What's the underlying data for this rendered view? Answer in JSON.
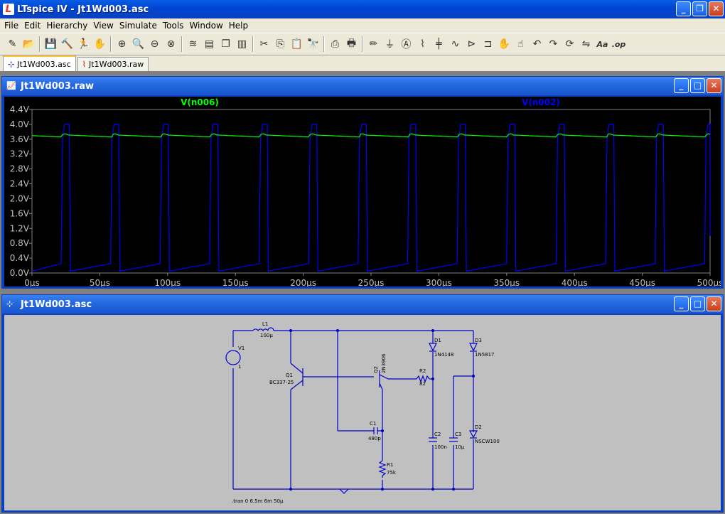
{
  "app": {
    "title": "LTspice IV - Jt1Wd003.asc"
  },
  "menu": [
    "File",
    "Edit",
    "Hierarchy",
    "View",
    "Simulate",
    "Tools",
    "Window",
    "Help"
  ],
  "toolbar_icons": [
    "run-icon",
    "open-icon",
    "save-icon",
    "control-panel-icon",
    "run-sim-icon",
    "halt-icon",
    "zoom-in-icon",
    "pan-icon",
    "zoom-out-icon",
    "zoom-cancel-icon",
    "autorange-icon",
    "tile-horizontal-icon",
    "cascade-icon",
    "tile-vertical-icon",
    "cut-icon",
    "copy-icon",
    "paste-icon",
    "find-icon",
    "print-setup-icon",
    "print-icon",
    "wire-icon",
    "ground-icon",
    "label-icon",
    "resistor-icon",
    "capacitor-icon",
    "inductor-icon",
    "diode-icon",
    "component-icon",
    "move-icon",
    "drag-icon",
    "undo-icon",
    "redo-icon",
    "rotate-icon",
    "mirror-icon",
    "text-icon",
    "spice-directive-icon"
  ],
  "tabs": [
    {
      "label": "Jt1Wd003.asc",
      "active": true
    },
    {
      "label": "Jt1Wd003.raw",
      "active": false
    }
  ],
  "plot_window": {
    "title": "Jt1Wd003.raw"
  },
  "schematic_window": {
    "title": "Jt1Wd003.asc"
  },
  "chart_data": {
    "type": "line",
    "background": "#000000",
    "series": [
      {
        "name": "V(n006)",
        "color": "#00ff00"
      },
      {
        "name": "V(n002)",
        "color": "#0000ff"
      }
    ],
    "x_ticks": [
      "0µs",
      "50µs",
      "100µs",
      "150µs",
      "200µs",
      "250µs",
      "300µs",
      "350µs",
      "400µs",
      "450µs",
      "500µs"
    ],
    "y_ticks": [
      "4.4V",
      "4.0V",
      "3.6V",
      "3.2V",
      "2.8V",
      "2.4V",
      "2.0V",
      "1.6V",
      "1.2V",
      "0.8V",
      "0.4V",
      "0.0V"
    ],
    "xlim": [
      0,
      500
    ],
    "ylim": [
      0,
      4.4
    ],
    "v_n006": {
      "start": 3.7,
      "end": 3.68
    },
    "v_n002": {
      "period_us": 36.5,
      "first_rise_us": 22.5,
      "high_width_us": 5,
      "high_v": 4.0,
      "low_v": 0.05
    }
  },
  "schematic": {
    "components": {
      "L1": {
        "name": "L1",
        "value": "100µ"
      },
      "V1": {
        "name": "V1",
        "value": "1"
      },
      "Q1": {
        "name": "Q1",
        "value": "BC337-25"
      },
      "Q2": {
        "name": "Q2",
        "value": "2N3906"
      },
      "R2": {
        "name": "R2",
        "value": "82"
      },
      "D1": {
        "name": "D1",
        "value": "1N4148"
      },
      "D3": {
        "name": "D3",
        "value": "1N5817"
      },
      "C1": {
        "name": "C1",
        "value": "480p"
      },
      "R1": {
        "name": "R1",
        "value": "75k"
      },
      "C2": {
        "name": "C2",
        "value": "100n"
      },
      "C3": {
        "name": "C3",
        "value": "10µ"
      },
      "D2": {
        "name": "D2",
        "value": "NSCW100"
      }
    },
    "directive": ".tran 0 6.5m 6m 50µ"
  }
}
